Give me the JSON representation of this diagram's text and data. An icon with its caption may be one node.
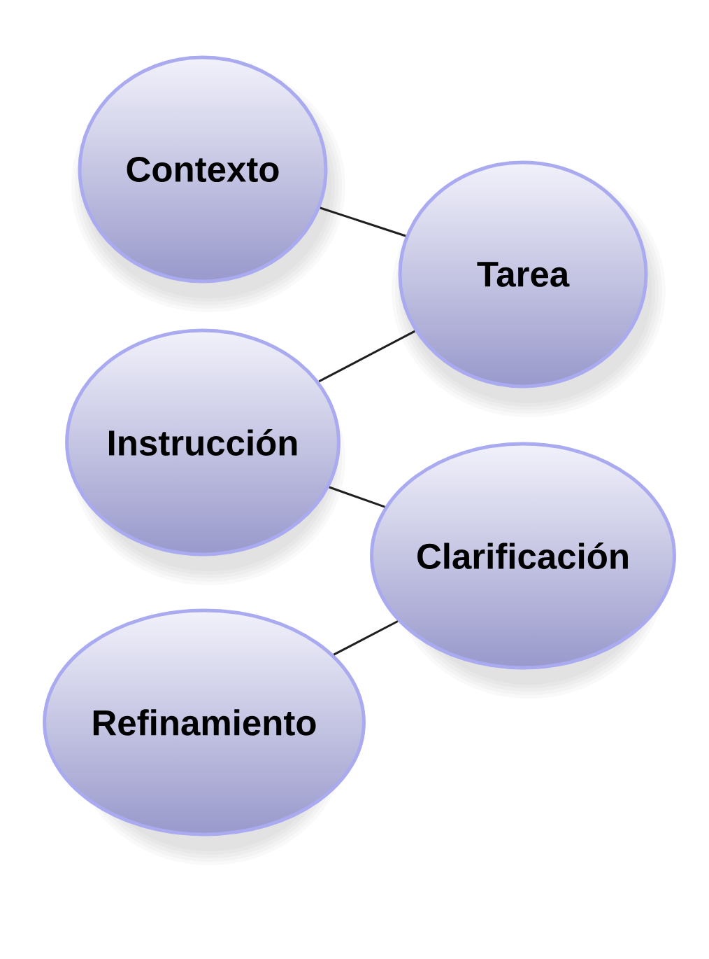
{
  "diagram": {
    "nodes": [
      {
        "text": [
          "Contexto"
        ]
      },
      {
        "text": [
          "Tarea"
        ]
      },
      {
        "text": [
          "Instrucción"
        ]
      },
      {
        "text": [
          "Clarificación"
        ]
      },
      {
        "text": [
          "Refinamiento"
        ]
      }
    ],
    "edges": [
      {
        "from": 0,
        "to": 1,
        "arrow": "none"
      },
      {
        "from": 1,
        "to": 2,
        "arrow": "none"
      },
      {
        "from": 2,
        "to": 3,
        "arrow": "none"
      },
      {
        "from": 3,
        "to": 4,
        "arrow": "none"
      }
    ]
  }
}
